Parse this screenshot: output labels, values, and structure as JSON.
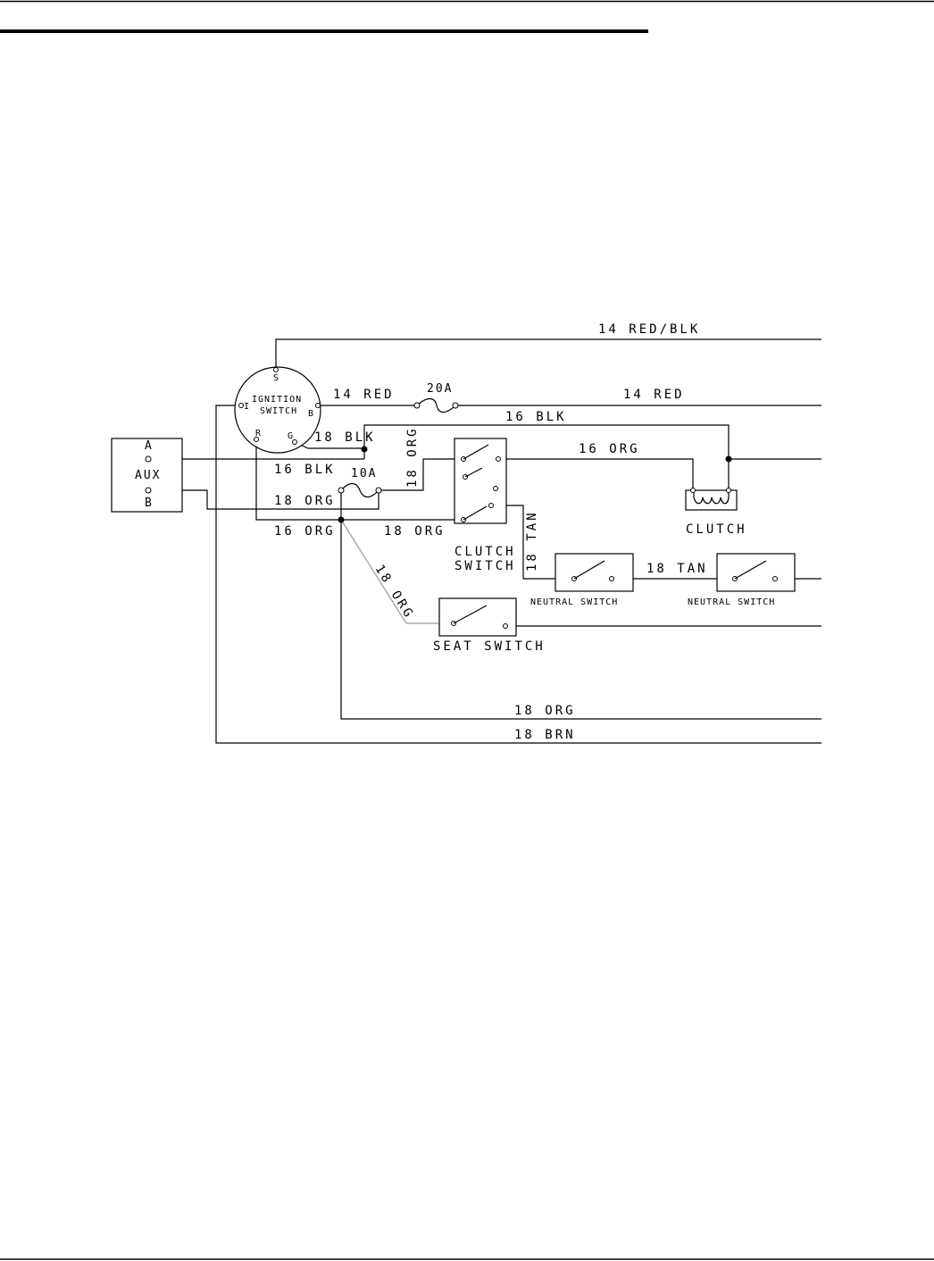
{
  "components": {
    "ignition_switch": {
      "line1": "IGNITION",
      "line2": "SWITCH",
      "terminals": [
        "S",
        "I",
        "B",
        "R",
        "G"
      ]
    },
    "aux": {
      "label": "AUX",
      "terminal_a": "A",
      "terminal_b": "B"
    },
    "fuse_20a": "20A",
    "fuse_10a": "10A",
    "clutch_switch": {
      "line1": "CLUTCH",
      "line2": "SWITCH"
    },
    "clutch": "CLUTCH",
    "neutral_switch_1": "NEUTRAL SWITCH",
    "neutral_switch_2": "NEUTRAL SWITCH",
    "seat_switch": "SEAT SWITCH"
  },
  "wires": {
    "w1": "14 RED/BLK",
    "w2": "14 RED",
    "w3": "14 RED",
    "w4": "16 BLK",
    "w5": "18 BLK",
    "w6": "16 BLK",
    "w7": "18 ORG",
    "w8": "16 ORG",
    "w9": "18 ORG",
    "w10": "16 ORG",
    "w11": "18 ORG",
    "w12": "18 ORG",
    "w13": "18 TAN",
    "w14": "18 TAN",
    "w15": "18 ORG",
    "w16": "18 BRN"
  }
}
